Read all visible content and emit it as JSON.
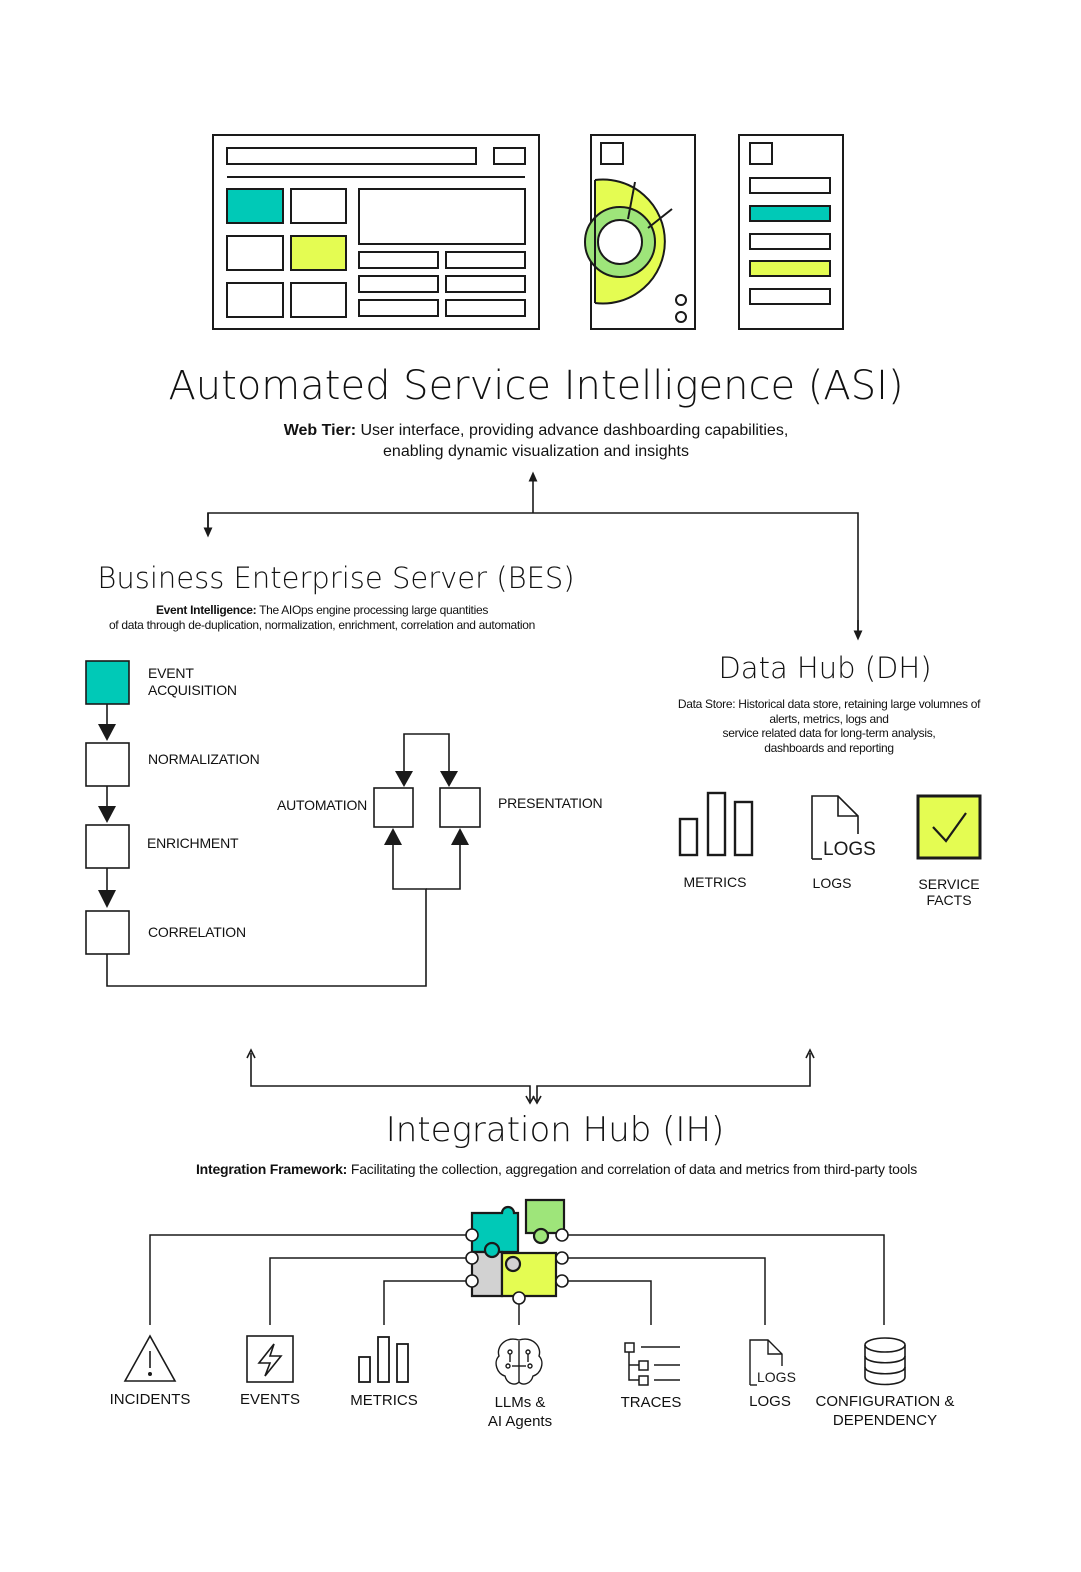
{
  "colors": {
    "teal": "#00c9b7",
    "lime": "#e4fc52",
    "green": "#9ee57a",
    "gray": "#d2d2d2",
    "stroke": "#1a1a1a"
  },
  "asi": {
    "title": "Automated Service Intelligence (ASI)",
    "subtitle_bold": "Web Tier:",
    "subtitle_line1": " User interface, providing advance dashboarding capabilities,",
    "subtitle_line2": "enabling dynamic visualization and insights"
  },
  "bes": {
    "title": "Business Enterprise Server (BES)",
    "subtitle_bold": "Event Intelligence:",
    "subtitle_line1": " The AIOps engine processing large quantities",
    "subtitle_line2": "of data through de-duplication, normalization, enrichment, correlation and automation",
    "steps": {
      "event_line1": "EVENT",
      "event_line2": "ACQUISITION",
      "normalization": "NORMALIZATION",
      "enrichment": "ENRICHMENT",
      "correlation": "CORRELATION",
      "automation": "AUTOMATION",
      "presentation": "PRESENTATION"
    }
  },
  "dh": {
    "title": "Data Hub (DH)",
    "sub_line1": "Data Store: Historical data store, retaining large volumnes of",
    "sub_line2": "alerts,  metrics, logs and",
    "sub_line3": "service related data for long-term analysis,",
    "sub_line4": "dashboards and reporting",
    "icons": {
      "metrics": "METRICS",
      "logs": "LOGS",
      "logs_doc_text": "LOGS",
      "service_facts_line1": "SERVICE",
      "service_facts_line2": "FACTS"
    }
  },
  "ih": {
    "title": "Integration Hub (IH)",
    "subtitle_bold": "Integration Framework:",
    "subtitle_rest": " Facilitating the collection, aggregation and correlation of data and metrics from third-party tools",
    "sources": {
      "incidents": "INCIDENTS",
      "events": "EVENTS",
      "metrics": "METRICS",
      "llm_line1": "LLMs &",
      "llm_line2": "AI Agents",
      "traces": "TRACES",
      "logs": "LOGS",
      "logs_doc_text": "LOGS",
      "config_line1": "CONFIGURATION &",
      "config_line2": "DEPENDENCY"
    }
  }
}
